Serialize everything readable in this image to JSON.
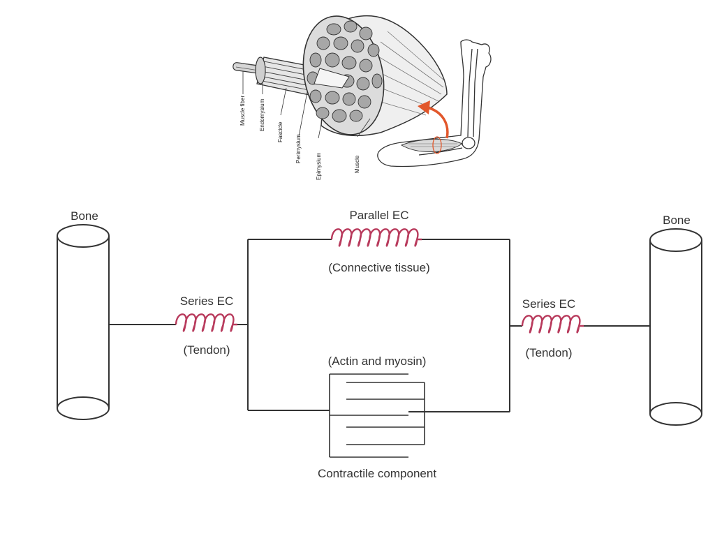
{
  "illustration": {
    "labels": {
      "muscle_fiber": "Muscle fiber",
      "endomysium": "Endomysium",
      "fascicle": "Fascicle",
      "perimysium": "Perimysium",
      "epimysium": "Epimysium",
      "muscle": "Muscle"
    },
    "arrow_color": "#e2572b"
  },
  "model": {
    "left_bone_label": "Bone",
    "right_bone_label": "Bone",
    "left_series_label": "Series EC",
    "left_series_sublabel": "(Tendon)",
    "right_series_label": "Series EC",
    "right_series_sublabel": "(Tendon)",
    "parallel_label": "Parallel EC",
    "parallel_sublabel": "(Connective tissue)",
    "contractile_top_label": "(Actin and myosin)",
    "contractile_bottom_label": "Contractile component",
    "spring_color": "#b83a5c",
    "line_color": "#333333"
  }
}
